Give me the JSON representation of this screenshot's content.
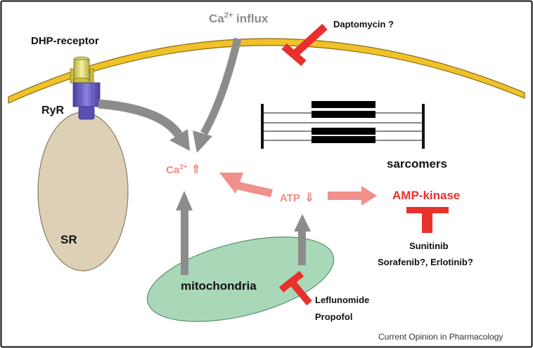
{
  "labels": {
    "dhp_receptor": "DHP-receptor",
    "ryr": "RyR",
    "sr": "SR",
    "ca_influx_prefix": "Ca",
    "ca_influx_sup": "2+",
    "ca_influx_suffix": " influx",
    "daptomycin": "Daptomycin ?",
    "sarcomers": "sarcomers",
    "ca_center_prefix": "Ca",
    "ca_center_sup": "2+",
    "ca_center_arrow": "⇑",
    "atp": "ATP",
    "atp_arrow": "⇓",
    "amp_kinase": "AMP-kinase",
    "sunitinib": "Sunitinib",
    "sorafenib": "Sorafenib?, Erlotinib?",
    "mitochondria": "mitochondria",
    "leflunomide": "Leflunomide",
    "propofol": "Propofol",
    "source": "Current Opinion in Pharmacology"
  },
  "colors": {
    "membrane": "#f0c22a",
    "membrane_edge": "#8a6a10",
    "sr_fill": "#ddd0b6",
    "sr_edge": "#8a7a60",
    "mito_fill": "#a9d8b8",
    "mito_edge": "#5a8f6e",
    "inhibitor": "#e8302c",
    "gray_arrow": "#8c8c8c",
    "pink_arrow": "#f0908a",
    "pink_text": "#ef8b85",
    "red_text": "#e8302c",
    "dark_text": "#111111",
    "gray_text": "#8c8c8c",
    "receptor_yellow": "#e8e070",
    "ryr_purple": "#6a5fc0"
  }
}
